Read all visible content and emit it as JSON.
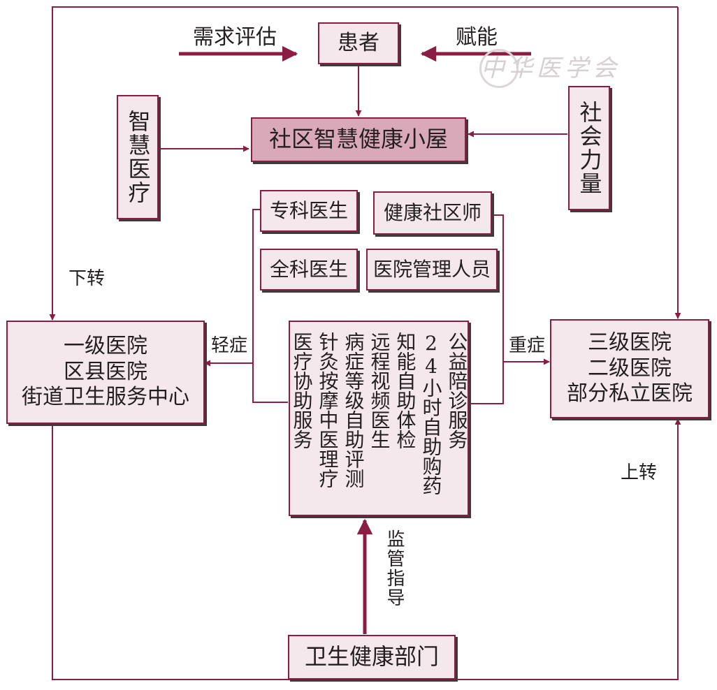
{
  "nodes": {
    "patient": "患者",
    "smart_hut": "社区智慧健康小屋",
    "smart_medical": "智慧医疗",
    "social_forces": "社会力量",
    "specialist": "专科医生",
    "health_social_worker": "健康社区师",
    "general_practitioner": "全科医生",
    "hospital_manager": "医院管理人员",
    "primary_hospitals": [
      "一级医院",
      "区县医院",
      "街道卫生服务中心"
    ],
    "tertiary_hospitals": [
      "三级医院",
      "二级医院",
      "部分私立医院"
    ],
    "services": [
      "公益陪诊服务",
      "24小时自助购药",
      "知能自助体检",
      "远程视频医生",
      "病症等级自助评测",
      "针灸按摩中医理疗",
      "医疗协助服务"
    ],
    "health_department": "卫生健康部门"
  },
  "edge_labels": {
    "needs_assessment": "需求评估",
    "empowerment": "赋能",
    "downward_referral": "下转",
    "upward_referral": "上转",
    "mild": "轻症",
    "severe": "重症",
    "supervision": "监管指导"
  },
  "watermark": "中华医学会",
  "colors": {
    "line": "#8b1c43",
    "box_fill": "#f5e8ec",
    "hut_fill": "#d9a9b9",
    "shadow": "#3e3a3b"
  }
}
